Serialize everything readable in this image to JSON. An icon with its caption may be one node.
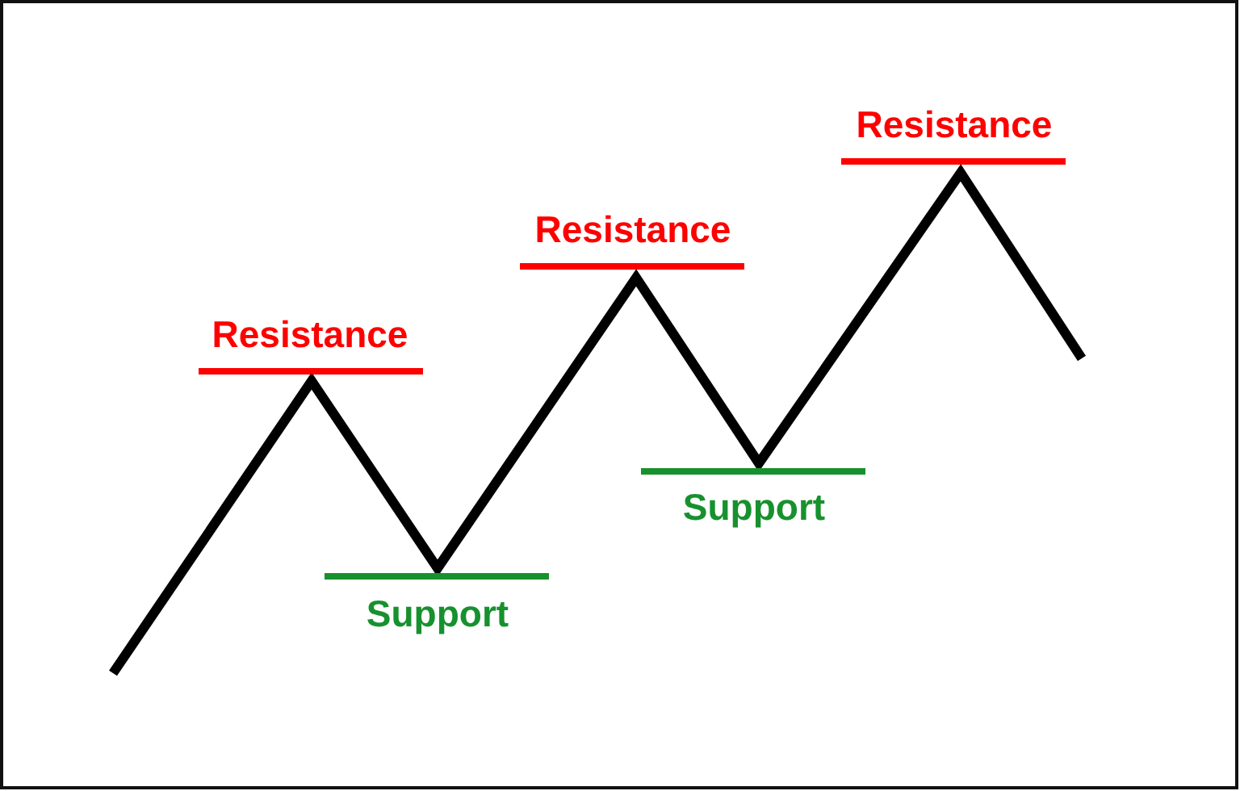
{
  "diagram": {
    "labels": [
      "Resistance",
      "Resistance",
      "Support",
      "Resistance",
      "Support"
    ]
  }
}
